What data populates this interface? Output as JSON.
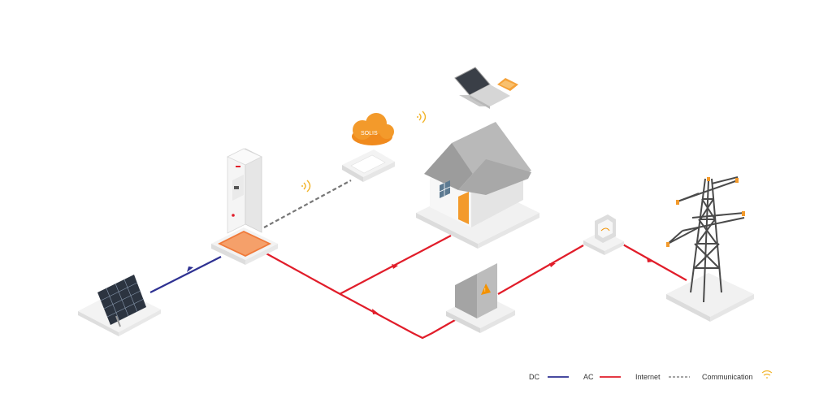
{
  "diagram": {
    "nodes": [
      {
        "id": "solar-panel",
        "label": ""
      },
      {
        "id": "inverter",
        "label": ""
      },
      {
        "id": "wifi-module",
        "label": ""
      },
      {
        "id": "cloud",
        "label": "SOLIS"
      },
      {
        "id": "laptop",
        "label": ""
      },
      {
        "id": "phone",
        "label": ""
      },
      {
        "id": "house",
        "label": ""
      },
      {
        "id": "distribution-box",
        "label": ""
      },
      {
        "id": "meter",
        "label": ""
      },
      {
        "id": "grid-tower",
        "label": ""
      }
    ],
    "connections": [
      {
        "from": "solar-panel",
        "to": "inverter",
        "type": "DC"
      },
      {
        "from": "inverter",
        "to": "house",
        "type": "AC"
      },
      {
        "from": "inverter",
        "to": "distribution-box",
        "type": "AC"
      },
      {
        "from": "distribution-box",
        "to": "meter",
        "type": "AC"
      },
      {
        "from": "meter",
        "to": "grid-tower",
        "type": "AC"
      },
      {
        "from": "inverter",
        "to": "wifi-module",
        "type": "Internet"
      }
    ]
  },
  "legend": {
    "dc_label": "DC",
    "ac_label": "AC",
    "internet_label": "Internet",
    "communication_label": "Communication"
  },
  "colors": {
    "dc": "#2e3192",
    "ac": "#e11d2a",
    "internet": "#888888",
    "accent": "#f39200",
    "platform": "#f1f1f1"
  }
}
